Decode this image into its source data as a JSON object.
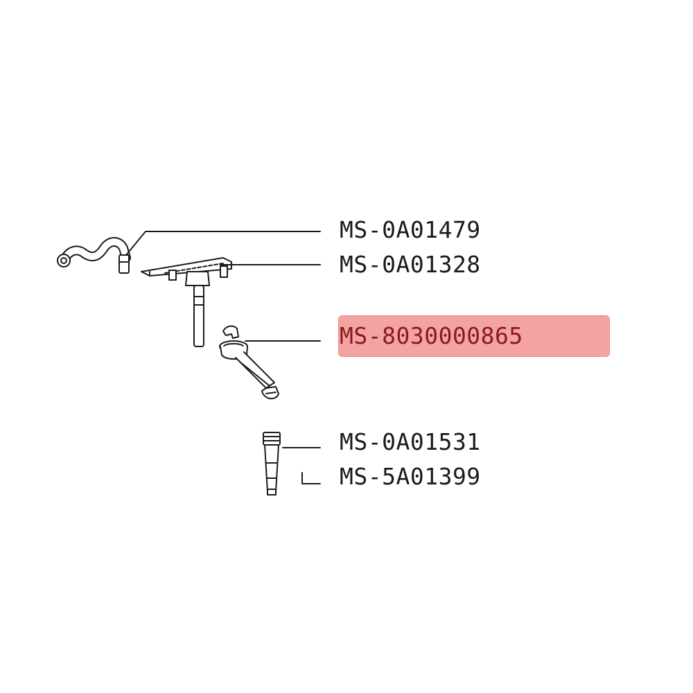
{
  "parts": [
    {
      "id": "p1",
      "code": "MS-0A01479",
      "highlighted": false
    },
    {
      "id": "p2",
      "code": "MS-0A01328",
      "highlighted": false
    },
    {
      "id": "p3",
      "code": "MS-8030000865",
      "highlighted": true
    },
    {
      "id": "p4",
      "code": "MS-0A01531",
      "highlighted": false
    },
    {
      "id": "p5",
      "code": "MS-5A01399",
      "highlighted": false
    }
  ],
  "colors": {
    "line": "#1a1a1a",
    "highlight_fill": "#f4a3a3",
    "highlight_text": "#8a1a1a"
  }
}
